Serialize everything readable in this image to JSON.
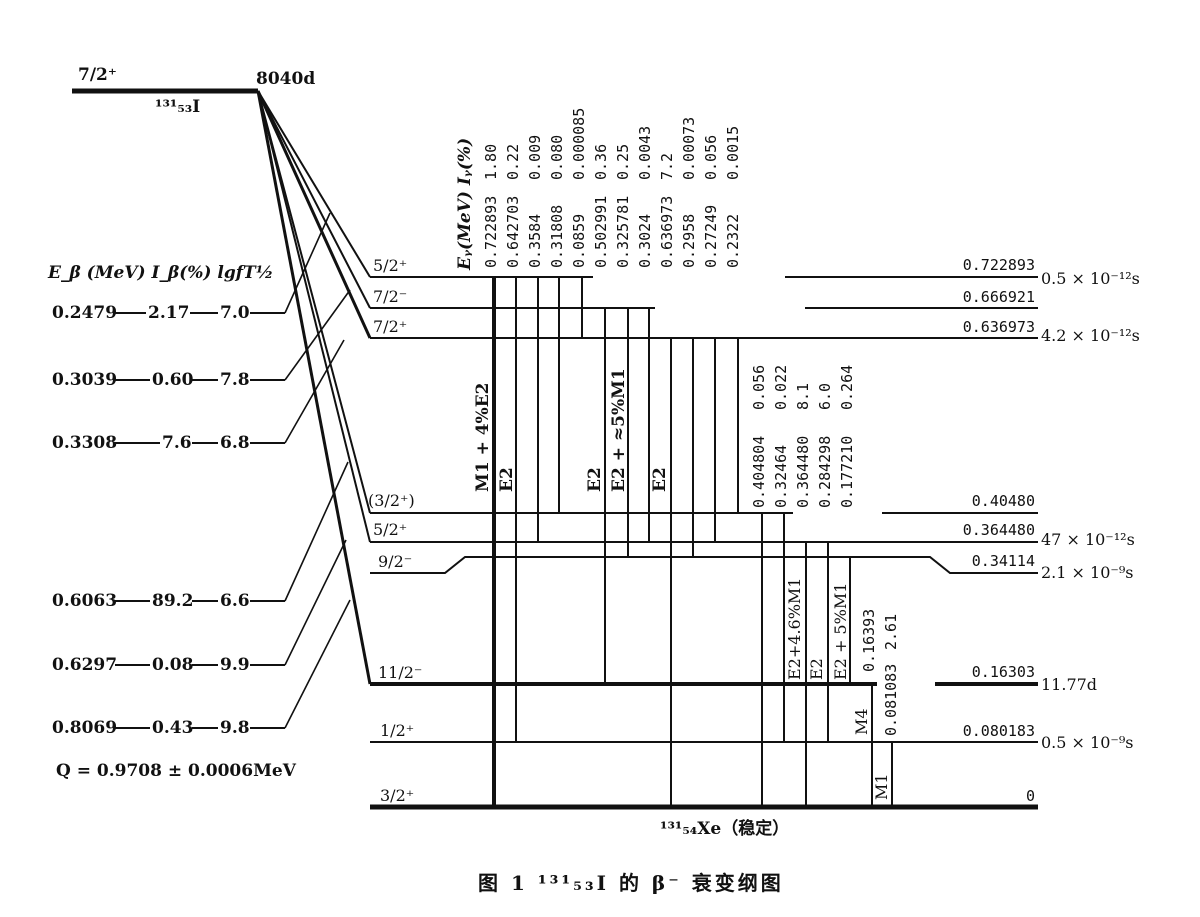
{
  "parent": {
    "spin": "7/2⁺",
    "halflife": "8040d",
    "nucleus": "¹³¹₅₃I"
  },
  "beta_header": "E_β (MeV)  I_β(%)  lgfT½",
  "beta_branches": [
    {
      "energy": "0.2479",
      "intensity": "2.17",
      "logft": "7.0"
    },
    {
      "energy": "0.3039",
      "intensity": "0.60",
      "logft": "7.8"
    },
    {
      "energy": "0.3308",
      "intensity": "7.6",
      "logft": "6.8"
    },
    {
      "energy": "0.6063",
      "intensity": "89.2",
      "logft": "6.6"
    },
    {
      "energy": "0.6297",
      "intensity": "0.08",
      "logft": "9.9"
    },
    {
      "energy": "0.8069",
      "intensity": "0.43",
      "logft": "9.8"
    }
  ],
  "q_value": "Q  = 0.9708 ± 0.0006MeV",
  "levels": [
    {
      "spin": "5/2⁺",
      "energy": "0.722893",
      "halflife": "0.5 × 10⁻¹²s"
    },
    {
      "spin": "7/2⁻",
      "energy": "0.666921",
      "halflife": ""
    },
    {
      "spin": "7/2⁺",
      "energy": "0.636973",
      "halflife": "4.2 × 10⁻¹²s"
    },
    {
      "spin": "(3/2⁺)",
      "energy": "0.40480",
      "halflife": ""
    },
    {
      "spin": "5/2⁺",
      "energy": "0.364480",
      "halflife": "47 × 10⁻¹²s"
    },
    {
      "spin": "9/2⁻",
      "energy": "0.34114",
      "halflife": "2.1 × 10⁻⁹s"
    },
    {
      "spin": "11/2⁻",
      "energy": "0.16303",
      "halflife": "11.77d"
    },
    {
      "spin": "1/2⁺",
      "energy": "0.080183",
      "halflife": "0.5 × 10⁻⁹s"
    },
    {
      "spin": "3/2⁺",
      "energy": "0",
      "halflife": ""
    }
  ],
  "gamma_header": "Eᵧ(MeV)  Iᵧ(%)",
  "gammas_upper": [
    {
      "energy": "0.722893",
      "intensity": "1.80"
    },
    {
      "energy": "0.642703",
      "intensity": "0.22"
    },
    {
      "energy": "0.3584",
      "intensity": "0.009"
    },
    {
      "energy": "0.31808",
      "intensity": "0.080"
    },
    {
      "energy": "0.0859",
      "intensity": "0.000085"
    },
    {
      "energy": "0.502991",
      "intensity": "0.36"
    },
    {
      "energy": "0.325781",
      "intensity": "0.25"
    },
    {
      "energy": "0.3024",
      "intensity": "0.0043"
    },
    {
      "energy": "0.636973",
      "intensity": "7.2"
    },
    {
      "energy": "0.2958",
      "intensity": "0.00073"
    },
    {
      "energy": "0.27249",
      "intensity": "0.056"
    },
    {
      "energy": "0.2322",
      "intensity": "0.0015"
    }
  ],
  "gammas_middle": [
    {
      "energy": "0.404804",
      "intensity": "0.056"
    },
    {
      "energy": "0.32464",
      "intensity": "0.022"
    },
    {
      "energy": "0.364480",
      "intensity": "8.1"
    },
    {
      "energy": "0.284298",
      "intensity": "6.0"
    },
    {
      "energy": "0.177210",
      "intensity": "0.264"
    }
  ],
  "gammas_lower": [
    {
      "energy": "0.16393",
      "intensity": ""
    },
    {
      "energy": "0.081083",
      "intensity": "2.61"
    }
  ],
  "multipolarities": {
    "m1e2": "M1 + 4%E2",
    "e2_a": "E2",
    "e2_b": "E2",
    "e2m1": "E2 + ≈5%M1",
    "e2_c": "E2",
    "e2_46m1": "E2+4.6%M1",
    "e2_d": "E2",
    "e2_5m1": "E2 + 5%M1",
    "m4": "M4",
    "m1": "M1"
  },
  "daughter": "¹³¹₅₄Xe（稳定）",
  "caption": "图 1   ¹³¹₅₃I 的 β⁻ 衰变纲图"
}
